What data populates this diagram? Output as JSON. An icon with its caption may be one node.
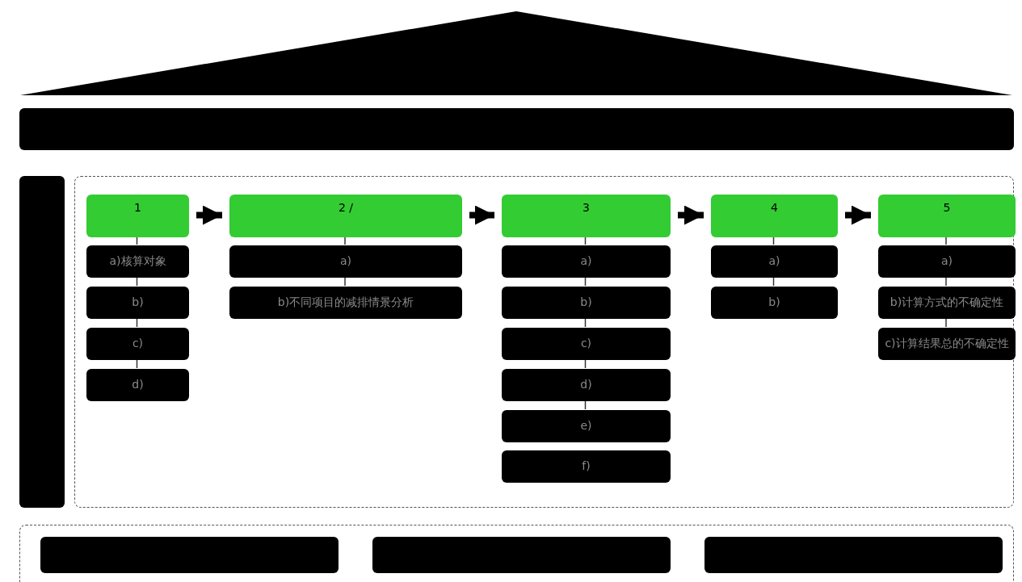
{
  "diagram": {
    "nodes": [
      {
        "text": [],
        "shape": "triangle"
      },
      {
        "text": [],
        "shape": "box"
      },
      {
        "text": [],
        "shape": "box"
      },
      {
        "text": [],
        "shape": "box"
      },
      {
        "text": [
          "1"
        ],
        "in": 3
      },
      {
        "text": [
          "a)核算对象"
        ],
        "in": 3
      },
      {
        "text": [
          "b)"
        ],
        "in": 3
      },
      {
        "text": [
          "c)"
        ],
        "in": 3
      },
      {
        "text": [
          "d)"
        ],
        "in": 3
      },
      {
        "text": [
          "2 /"
        ],
        "in": 3
      },
      {
        "text": [
          "a)"
        ],
        "in": 3
      },
      {
        "text": [
          "b)不同项目的减排情景分析"
        ],
        "in": 3
      },
      {
        "text": [
          "3"
        ],
        "in": 3
      },
      {
        "text": [
          "a)"
        ],
        "in": 3
      },
      {
        "text": [
          "b)"
        ],
        "in": 3
      },
      {
        "text": [
          "c)"
        ],
        "in": 3
      },
      {
        "text": [
          "d)"
        ],
        "in": 3
      },
      {
        "text": [
          "e)"
        ],
        "in": 3
      },
      {
        "text": [
          "f)"
        ],
        "in": 3
      },
      {
        "text": [
          "4"
        ],
        "in": 3
      },
      {
        "text": [
          "a)"
        ],
        "in": 3
      },
      {
        "text": [
          "b)"
        ],
        "in": 3
      },
      {
        "text": [
          "5"
        ],
        "in": 3
      },
      {
        "text": [
          "a)"
        ],
        "in": 3
      },
      {
        "text": [
          "b)计算方式的不确定性"
        ],
        "in": 3
      },
      {
        "text": [
          "c)计算结果总的不确定性"
        ],
        "in": 3
      },
      {
        "text": [],
        "shape": "box"
      },
      {
        "text": [],
        "shape": "box",
        "in": 26
      },
      {
        "text": [],
        "shape": "box",
        "in": 26
      },
      {
        "text": [],
        "shape": "box",
        "in": 26
      }
    ],
    "edges": [
      {
        "from": 4,
        "to": 9,
        "arrow": "to",
        "style": "thick"
      },
      {
        "from": 9,
        "to": 12,
        "arrow": "to",
        "style": "thick"
      },
      {
        "from": 12,
        "to": 19,
        "arrow": "to",
        "style": "thick"
      },
      {
        "from": 19,
        "to": 22,
        "arrow": "to",
        "style": "thick"
      },
      {
        "from": 4,
        "to": 5,
        "arrow": "none"
      },
      {
        "from": 5,
        "to": 6,
        "arrow": "none"
      },
      {
        "from": 6,
        "to": 7,
        "arrow": "none"
      },
      {
        "from": 7,
        "to": 8,
        "arrow": "none"
      },
      {
        "from": 9,
        "to": 10,
        "arrow": "none"
      },
      {
        "from": 10,
        "to": 11,
        "arrow": "none"
      },
      {
        "from": 12,
        "to": 13,
        "arrow": "none"
      },
      {
        "from": 13,
        "to": 14,
        "arrow": "none"
      },
      {
        "from": 14,
        "to": 15,
        "arrow": "none"
      },
      {
        "from": 15,
        "to": 16,
        "arrow": "none"
      },
      {
        "from": 16,
        "to": 17,
        "arrow": "none"
      },
      {
        "from": 19,
        "to": 20,
        "arrow": "none"
      },
      {
        "from": 20,
        "to": 21,
        "arrow": "none"
      },
      {
        "from": 22,
        "to": 23,
        "arrow": "none"
      },
      {
        "from": 23,
        "to": 24,
        "arrow": "none"
      },
      {
        "from": 24,
        "to": 25,
        "arrow": "none"
      }
    ]
  }
}
